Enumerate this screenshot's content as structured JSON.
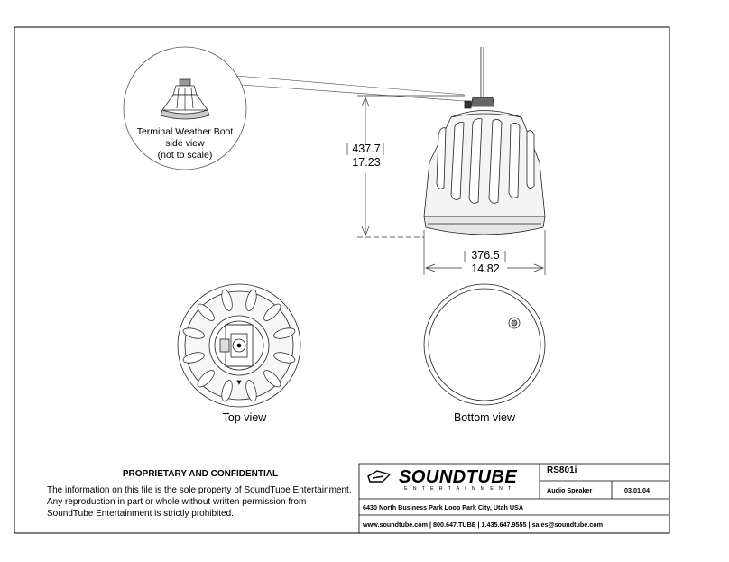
{
  "callout": {
    "line1": "Terminal Weather Boot",
    "line2": "side view",
    "line3": "(not to scale)"
  },
  "dimensions": {
    "height_mm": "437.7",
    "height_in": "17.23",
    "width_mm": "376.5",
    "width_in": "14.82"
  },
  "views": {
    "top": "Top view",
    "bottom": "Bottom view"
  },
  "notice": {
    "title": "PROPRIETARY AND CONFIDENTIAL",
    "body": "The information on this file is the sole property of SoundTube Entertainment. Any reproduction in part or whole without written permission from SoundTube Entertainment is strictly prohibited."
  },
  "title_block": {
    "brand": "SOUNDTUBE",
    "brand_sub": "ENTERTAINMENT",
    "model": "RS801i",
    "product": "Audio Speaker",
    "date": "03.01.04",
    "address": "6430 North Business Park Loop Park City, Utah USA",
    "contact": "www.soundtube.com | 800.647.TUBE | 1.435.647.9555 | sales@soundtube.com"
  }
}
